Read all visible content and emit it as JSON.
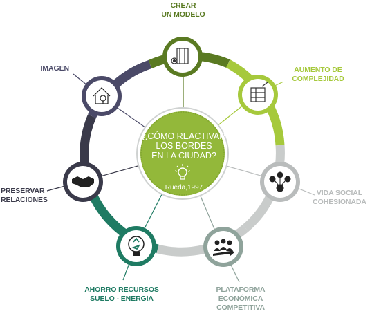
{
  "center": {
    "question_lines": [
      "¿CÓMO REACTIVAR",
      "LOS BORDES",
      "EN LA CIUDAD?"
    ],
    "source": "Rueda,1997"
  },
  "nodes": [
    {
      "id": "crear-modelo",
      "label_lines": [
        "CREAR",
        "UN MODELO"
      ],
      "color": "#5a7a22",
      "icon": "model-blueprint-icon"
    },
    {
      "id": "aumento-complejidad",
      "label_lines": [
        "AUMENTO DE",
        "COMPLEJIDAD"
      ],
      "color": "#a6c93c",
      "icon": "complexity-board-icon"
    },
    {
      "id": "vida-social",
      "label_lines": [
        "VIDA SOCIAL",
        "COHESIONADA"
      ],
      "color": "#b9bcbc",
      "icon": "social-network-icon"
    },
    {
      "id": "plataforma",
      "label_lines": [
        "PLATAFORMA",
        "ECONÓMICA",
        "COMPETITIVA"
      ],
      "color": "#8fa39b",
      "icon": "economy-group-icon"
    },
    {
      "id": "ahorro",
      "label_lines": [
        "AHORRO RECURSOS",
        "SUELO - ENERGÍA"
      ],
      "color": "#1f7b63",
      "icon": "recycle-bulb-icon"
    },
    {
      "id": "preservar",
      "label_lines": [
        "PRESERVAR",
        "RELACIONES"
      ],
      "color": "#3a3a4a",
      "icon": "handshake-icon"
    },
    {
      "id": "imagen",
      "label_lines": [
        "IMAGEN"
      ],
      "color": "#4b4a68",
      "icon": "house-tree-icon"
    }
  ],
  "colors": {
    "center_fill": "#93b83a",
    "ring_gray": "#c9cccb"
  }
}
